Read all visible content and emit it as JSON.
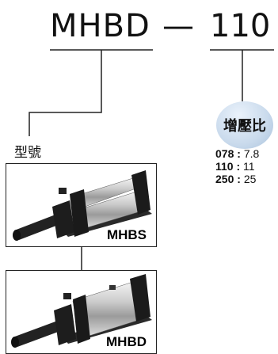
{
  "header": {
    "model_code": "MHBD",
    "separator": "—",
    "ratio_code": "110"
  },
  "ratio_badge": {
    "label": "增壓比"
  },
  "ratios": [
    {
      "code": "078",
      "sep": ":",
      "value": "7.8"
    },
    {
      "code": "110",
      "sep": ":",
      "value": "11"
    },
    {
      "code": "250",
      "sep": ":",
      "value": "25"
    }
  ],
  "type_label": "型號",
  "models": [
    {
      "name": "MHBS"
    },
    {
      "name": "MHBD"
    }
  ]
}
